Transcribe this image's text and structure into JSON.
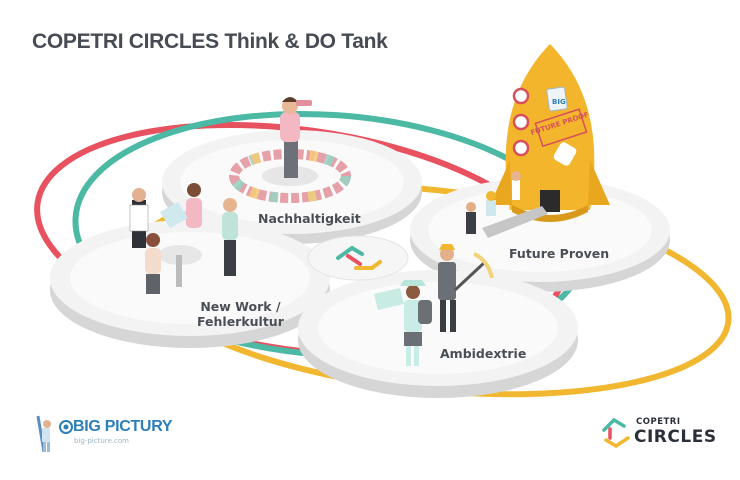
{
  "header": {
    "title": "COPETRI CIRCLES Think & DO Tank"
  },
  "circles": [
    {
      "label": "Nachhaltigkeit"
    },
    {
      "label": "New Work /",
      "label2": "Fehlerkultur"
    },
    {
      "label": "Ambidextrie"
    },
    {
      "label": "Future Proven"
    }
  ],
  "rocket": {
    "sticker": "FUTURE PROOF",
    "badge": "BIG"
  },
  "logos": {
    "big_picture": {
      "name": "BIG PICTURY",
      "url": "big-picture.com"
    },
    "copetri": {
      "top": "COPETRI",
      "bottom": "CIRCLES"
    }
  },
  "colors": {
    "red": "#e8515f",
    "teal": "#4cb9a5",
    "yellow": "#f2b731",
    "disc": "#f2f2f2",
    "disc_edge": "#d4d4d4",
    "rocket": "#f3b52c",
    "title": "#464b54"
  }
}
